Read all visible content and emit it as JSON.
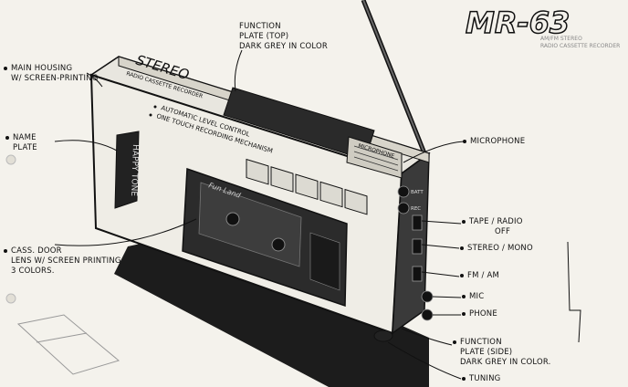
{
  "title": {
    "model": "MR-63",
    "subtitle_lines": [
      "AM/FM STEREO",
      "RADIO CASSETTE RECORDER"
    ]
  },
  "device": {
    "housing_print": "STEREO",
    "housing_subprint": "RADIO CASSETTE RECORDER",
    "name_plate": "HAPPY TONE",
    "features": [
      "AUTOMATIC LEVEL CONTROL",
      "ONE TOUCH RECORDING MECHANISM"
    ],
    "microphone_label": "MICROPHONE",
    "side_labels": [
      "BATT",
      "REC"
    ],
    "door_brand": "Fun Land"
  },
  "callouts": {
    "function_plate_top": [
      "FUNCTION",
      "PLATE (TOP)",
      "DARK GREY IN COLOR"
    ],
    "main_housing": [
      "MAIN HOUSING",
      "W/ SCREEN-PRINTING"
    ],
    "name_plate": [
      "NAME",
      "PLATE"
    ],
    "cass_door": [
      "CASS. DOOR",
      "LENS W/ SCREEN PRINTING",
      "3 COLORS."
    ],
    "microphone": "MICROPHONE",
    "tape_radio": [
      "TAPE / RADIO",
      "OFF"
    ],
    "stereo_mono": "STEREO / MONO",
    "fm_am": "FM / AM",
    "mic": "MIC",
    "phone": "PHONE",
    "function_plate_side": [
      "FUNCTION",
      "PLATE (SIDE)",
      "DARK GREY IN COLOR."
    ],
    "tuning": "TUNING"
  }
}
